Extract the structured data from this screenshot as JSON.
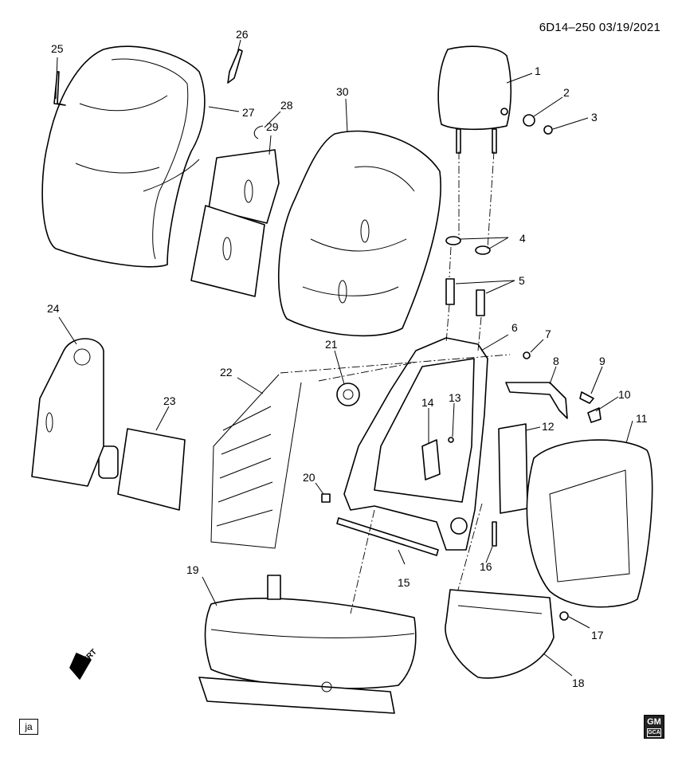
{
  "header": {
    "code": "6D14–250  03/19/2021"
  },
  "corner_tag": {
    "label": "ja"
  },
  "logo": {
    "text": "GM",
    "subtext": "GCA"
  },
  "direction_marker": {
    "label": "FRT"
  },
  "callouts": {
    "c1": "1",
    "c2": "2",
    "c3": "3",
    "c4": "4",
    "c5": "5",
    "c6": "6",
    "c7": "7",
    "c8": "8",
    "c9": "9",
    "c10": "10",
    "c11": "11",
    "c12": "12",
    "c13": "13",
    "c14": "14",
    "c15": "15",
    "c16": "16",
    "c17": "17",
    "c18": "18",
    "c19": "19",
    "c20": "20",
    "c21": "21",
    "c22": "22",
    "c23": "23",
    "c24": "24",
    "c25": "25",
    "c26": "26",
    "c27": "27",
    "c28": "28",
    "c29": "29",
    "c30": "30"
  }
}
